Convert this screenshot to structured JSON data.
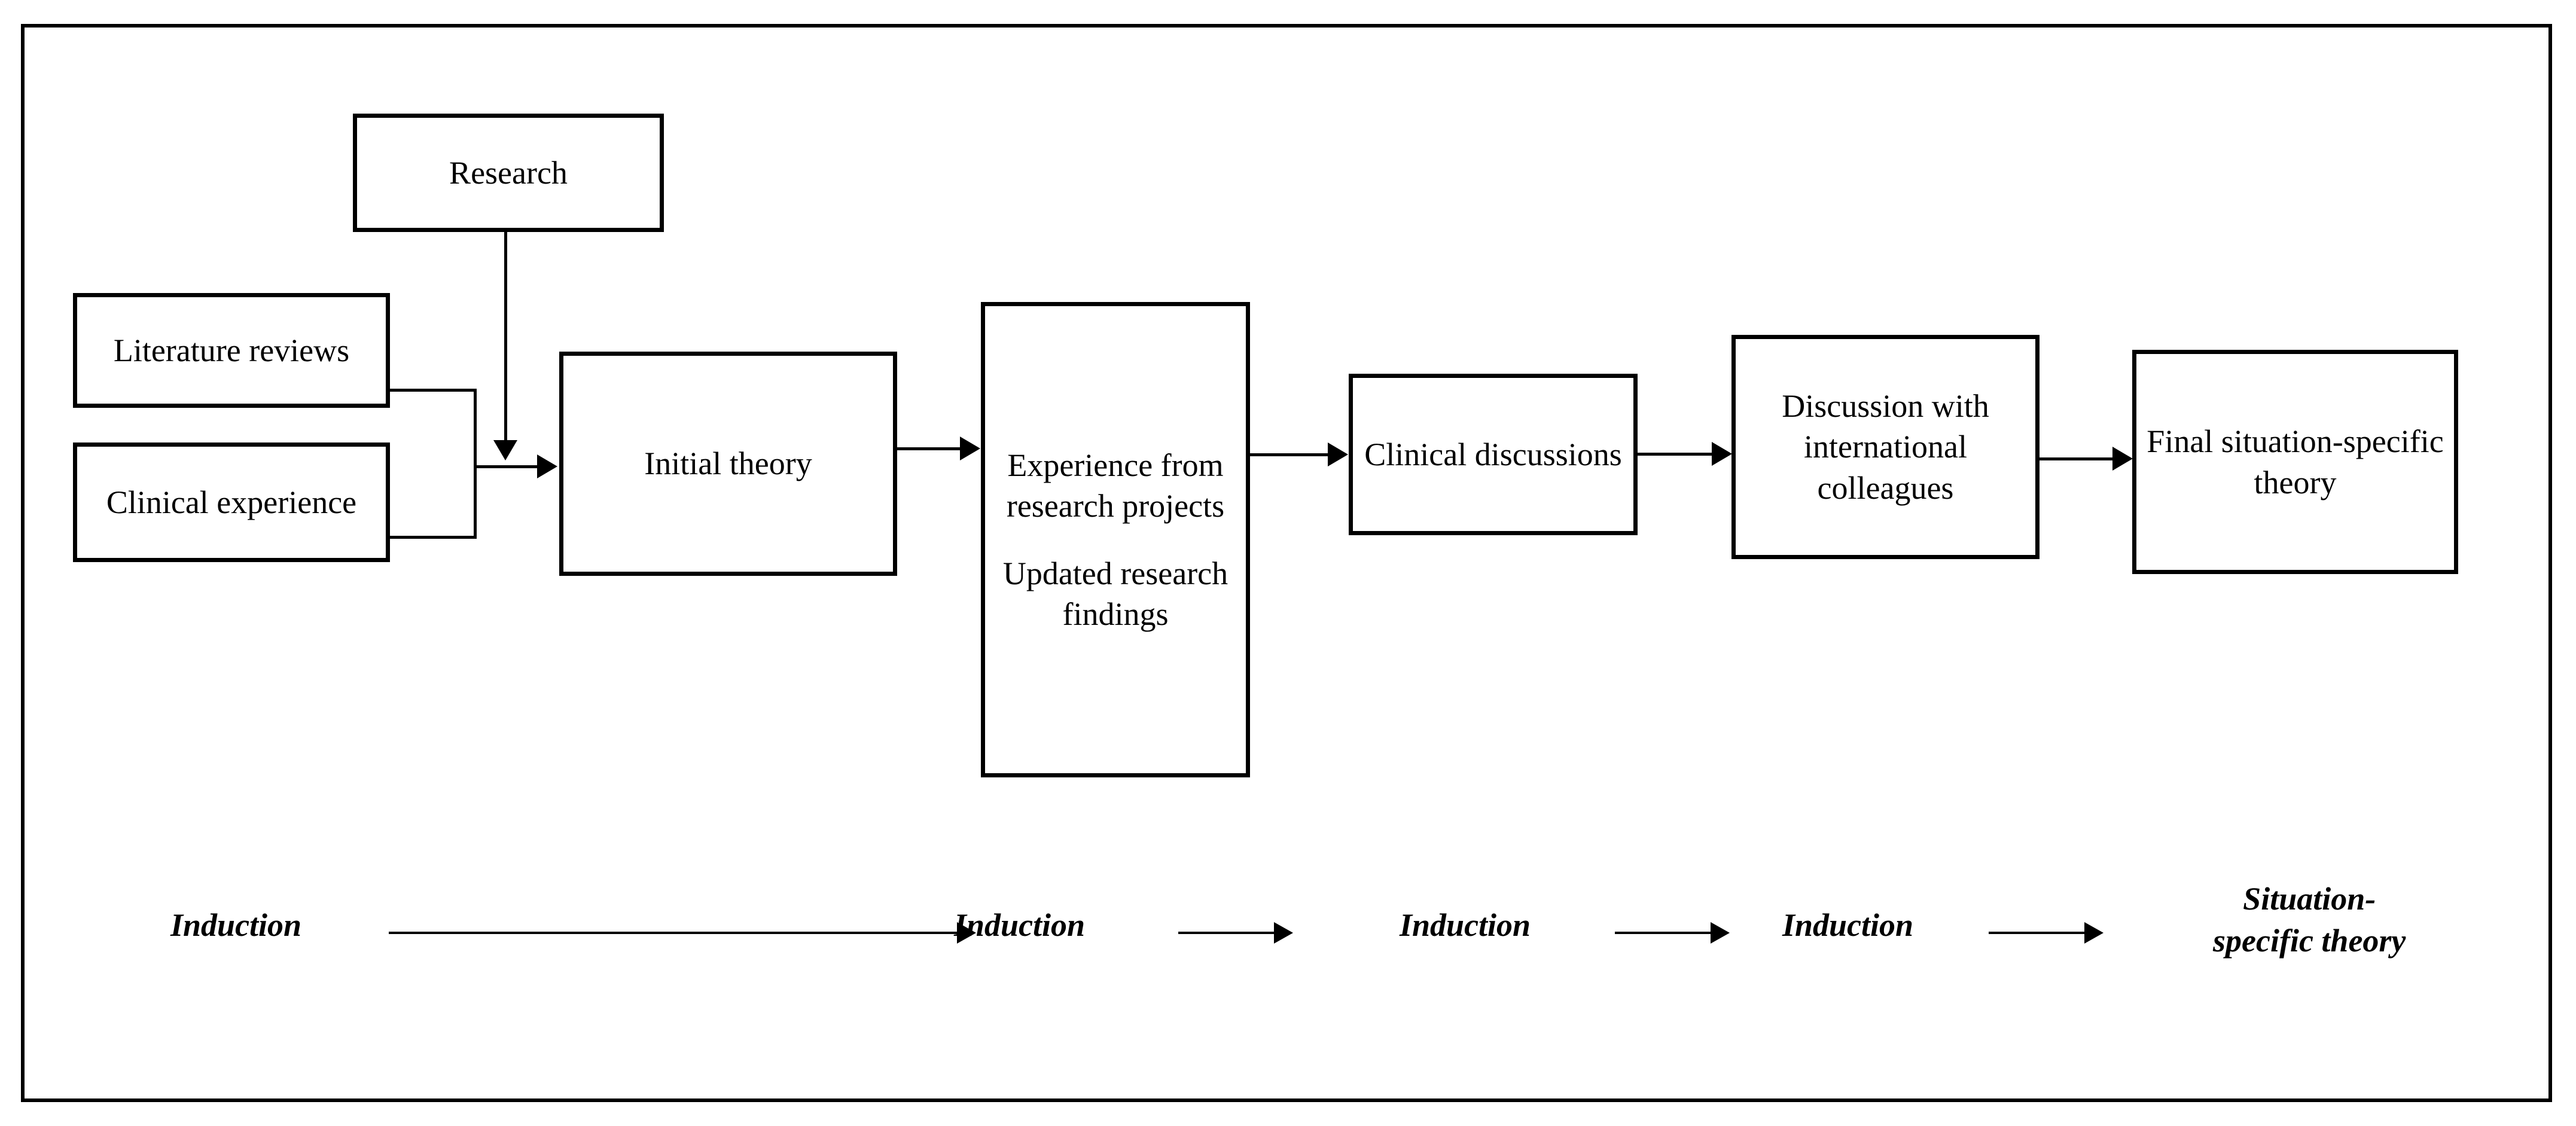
{
  "diagram": {
    "title_text": "",
    "colors": {
      "stroke": "#000000",
      "background": "#ffffff",
      "text": "#000000"
    },
    "nodes": [
      {
        "id": "research",
        "label": "Research"
      },
      {
        "id": "literature-reviews",
        "label": "Literature reviews"
      },
      {
        "id": "clinical-experience",
        "label": "Clinical experience"
      },
      {
        "id": "initial-theory",
        "label": "Initial theory"
      },
      {
        "id": "experience-research",
        "label_line1": "Experience from research projects",
        "label_line2": "Updated research findings"
      },
      {
        "id": "clinical-discussions",
        "label": "Clinical discussions"
      },
      {
        "id": "discussion-international",
        "label": "Discussion with international colleagues"
      },
      {
        "id": "final-theory",
        "label": "Final situation-specific theory"
      }
    ],
    "bottom_row": {
      "items": [
        {
          "id": "induction-1",
          "label": "Induction"
        },
        {
          "id": "induction-2",
          "label": "Induction"
        },
        {
          "id": "induction-3",
          "label": "Induction"
        },
        {
          "id": "induction-4",
          "label": "Induction"
        },
        {
          "id": "situation-specific-theory",
          "line1": "Situation-",
          "line2": "specific theory"
        }
      ]
    }
  }
}
